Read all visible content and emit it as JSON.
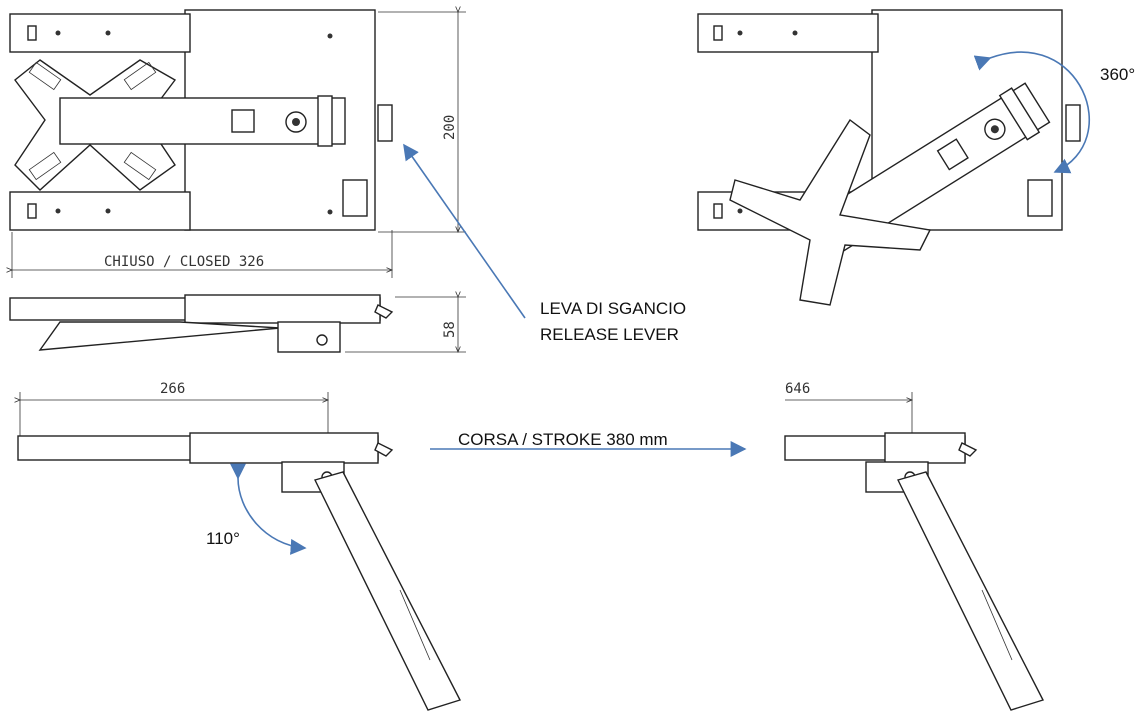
{
  "dimensions": {
    "closed": "CHIUSO / CLOSED 326",
    "height": "200",
    "thickness": "58",
    "open_short": "266",
    "open_long": "646"
  },
  "labels": {
    "release_lever_it": "LEVA DI SGANCIO",
    "release_lever_en": "RELEASE LEVER",
    "stroke": "CORSA / STROKE 380 mm",
    "rotation_360": "360°",
    "tilt_110": "110°"
  },
  "colors": {
    "arrow": "#4a78b5",
    "line": "#222222"
  }
}
